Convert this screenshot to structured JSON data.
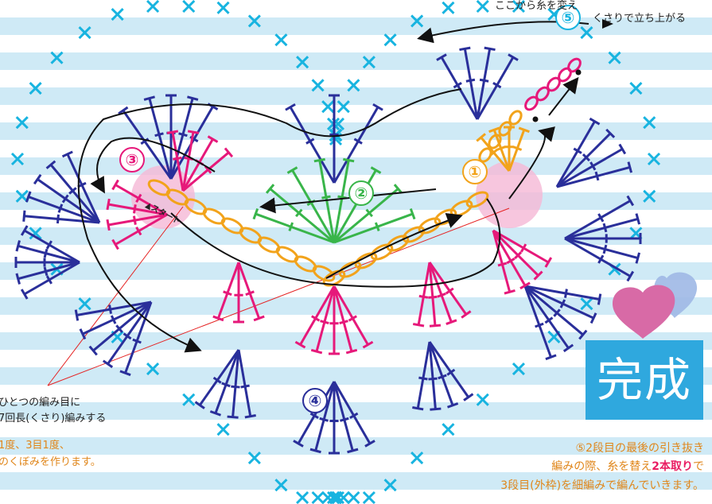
{
  "top_note": {
    "line1": "ここから糸を変え",
    "line2": "くさりで立ち上がる"
  },
  "left_note": {
    "line1": "ひとつの編み目に",
    "line2": "7回長(くさり)編みする",
    "line3": "1度、3目1度、",
    "line4": "のくぼみを作ります。"
  },
  "right_note": {
    "line1": "⑤2段目の最後の引き抜き",
    "line2_pre": "編みの際、糸を替え",
    "line2_bold": "2本取り",
    "line2_post": "で",
    "line3": "3段目(外枠)を細編みで編んでいきます。"
  },
  "finished_label": "完成",
  "start_label": "▲スタート",
  "steps": {
    "s1": "①",
    "s2": "②",
    "s3": "③",
    "s4": "④",
    "s5": "⑤"
  },
  "colors": {
    "outer_sc": "#18b4e0",
    "dc_blue": "#2a2f9a",
    "dc_pink": "#e6197a",
    "dc_green": "#39b54a",
    "chain_orange": "#f2a31b",
    "highlight": "#f5b8d6",
    "stripe": "#cfeaf6",
    "finished_bg": "#2fa8de"
  }
}
